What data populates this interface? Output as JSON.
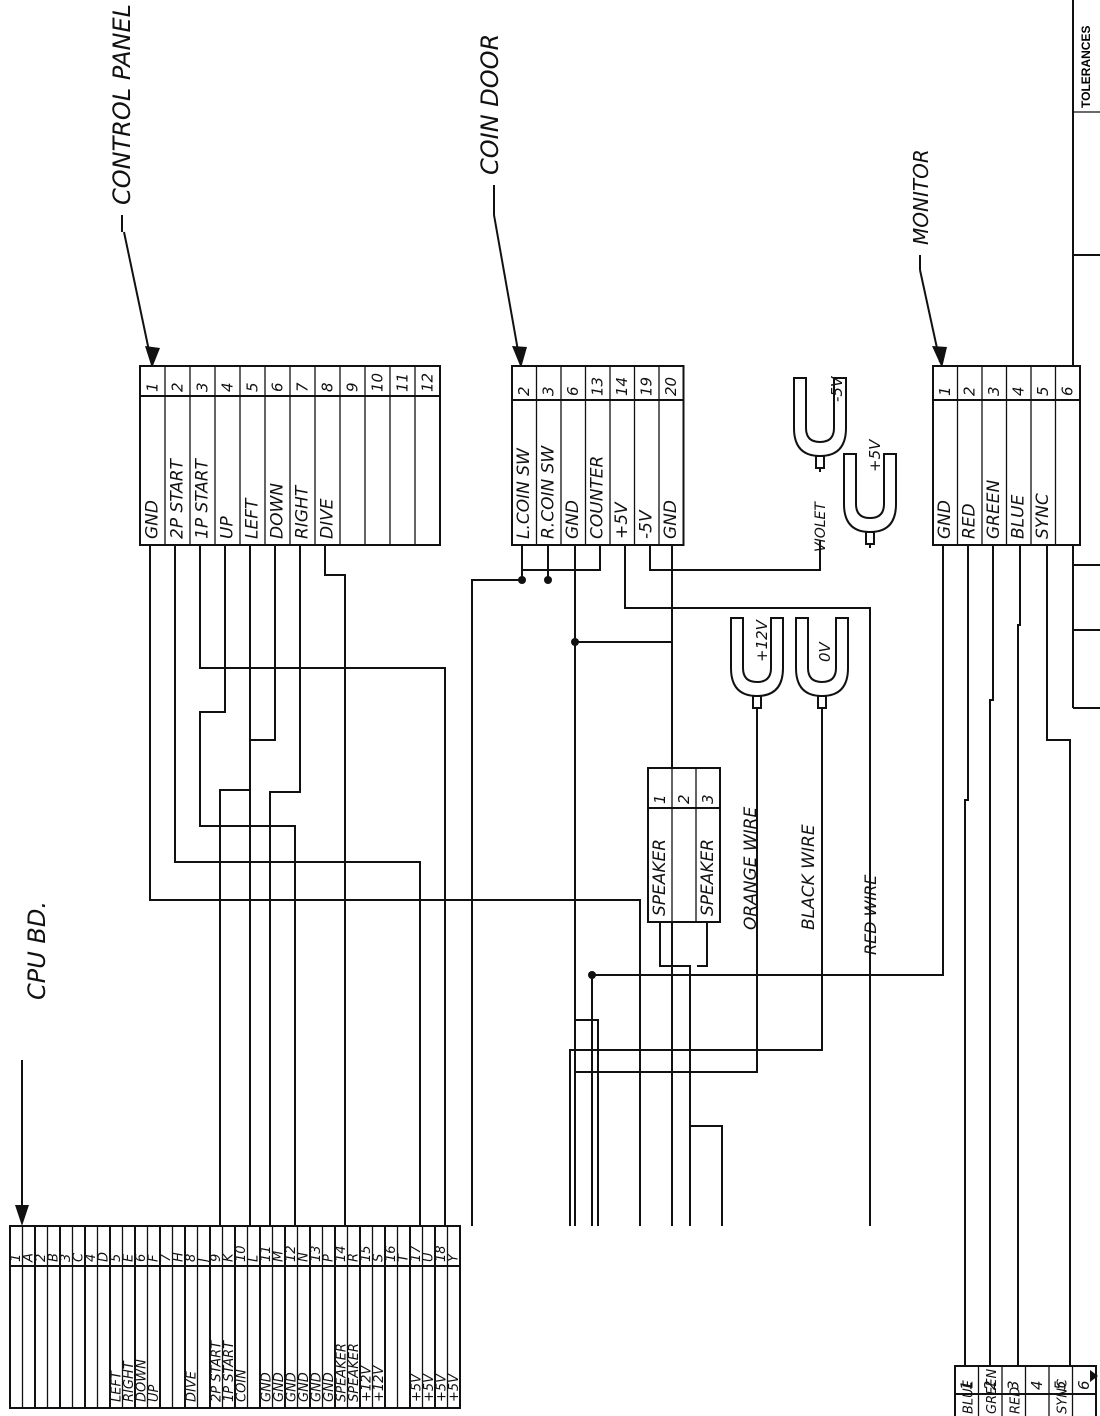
{
  "titles": {
    "control_panel": "CONTROL PANEL",
    "coin_door": "COIN DOOR",
    "monitor": "MONITOR",
    "cpu": "CPU BD."
  },
  "control_panel": {
    "pins": [
      "1",
      "2",
      "3",
      "4",
      "5",
      "6",
      "7",
      "8",
      "9",
      "10",
      "11",
      "12"
    ],
    "signals": [
      "GND",
      "2P START",
      "1P START",
      "UP",
      "LEFT",
      "DOWN",
      "RIGHT",
      "DIVE",
      "",
      "",
      "",
      ""
    ]
  },
  "coin_door": {
    "pins": [
      "2",
      "3",
      "6",
      "13",
      "14",
      "19",
      "20"
    ],
    "signals": [
      "L.COIN SW",
      "R.COIN SW",
      "GND",
      "COUNTER",
      "+5V",
      "-5V",
      "GND"
    ]
  },
  "monitor": {
    "pins": [
      "1",
      "2",
      "3",
      "4",
      "5",
      "6"
    ],
    "signals": [
      "GND",
      "RED",
      "GREEN",
      "BLUE",
      "SYNC",
      ""
    ]
  },
  "speaker": {
    "pins": [
      "1",
      "2",
      "3"
    ],
    "signals": [
      "SPEAKER",
      "",
      "SPEAKER"
    ]
  },
  "cpu": {
    "rows": [
      {
        "top": "1",
        "bot": "A",
        "sig": ""
      },
      {
        "top": "2",
        "bot": "B",
        "sig": ""
      },
      {
        "top": "3",
        "bot": "C",
        "sig": ""
      },
      {
        "top": "4",
        "bot": "D",
        "sig": ""
      },
      {
        "top": "5",
        "bot": "E",
        "sig": "LEFT|RIGHT"
      },
      {
        "top": "6",
        "bot": "F",
        "sig": "DOWN|UP"
      },
      {
        "top": "7",
        "bot": "H",
        "sig": ""
      },
      {
        "top": "8",
        "bot": "J",
        "sig": "DIVE|"
      },
      {
        "top": "9",
        "bot": "K",
        "sig": "2P START|1P START"
      },
      {
        "top": "10",
        "bot": "L",
        "sig": "COIN|"
      },
      {
        "top": "11",
        "bot": "M",
        "sig": "GND|GND"
      },
      {
        "top": "12",
        "bot": "N",
        "sig": "GND|GND"
      },
      {
        "top": "13",
        "bot": "P",
        "sig": "GND|GND"
      },
      {
        "top": "14",
        "bot": "R",
        "sig": "SPEAKER|SPEAKER"
      },
      {
        "top": "15",
        "bot": "S",
        "sig": "+12V|+12V"
      },
      {
        "top": "16",
        "bot": "T",
        "sig": ""
      },
      {
        "top": "17",
        "bot": "U",
        "sig": "+5V|+5V"
      },
      {
        "top": "18",
        "bot": "Y",
        "sig": "+5V|+5V"
      }
    ]
  },
  "video": {
    "pins": [
      "1",
      "2",
      "3",
      "4",
      "5",
      "6"
    ],
    "signals": [
      "BLUE",
      "GREEN",
      "RED",
      "",
      "SYNC",
      ""
    ]
  },
  "terminals": [
    {
      "id": "violet",
      "voltage": "-5V",
      "wire": "VIOLET"
    },
    {
      "id": "plus5",
      "voltage": "+5V",
      "wire": "RED WIRE"
    },
    {
      "id": "plus12",
      "voltage": "+12V",
      "wire": "ORANGE WIRE"
    },
    {
      "id": "zero",
      "voltage": "0V",
      "wire": "BLACK WIRE"
    }
  ],
  "title_block": {
    "heading": "TOLERANCES"
  }
}
